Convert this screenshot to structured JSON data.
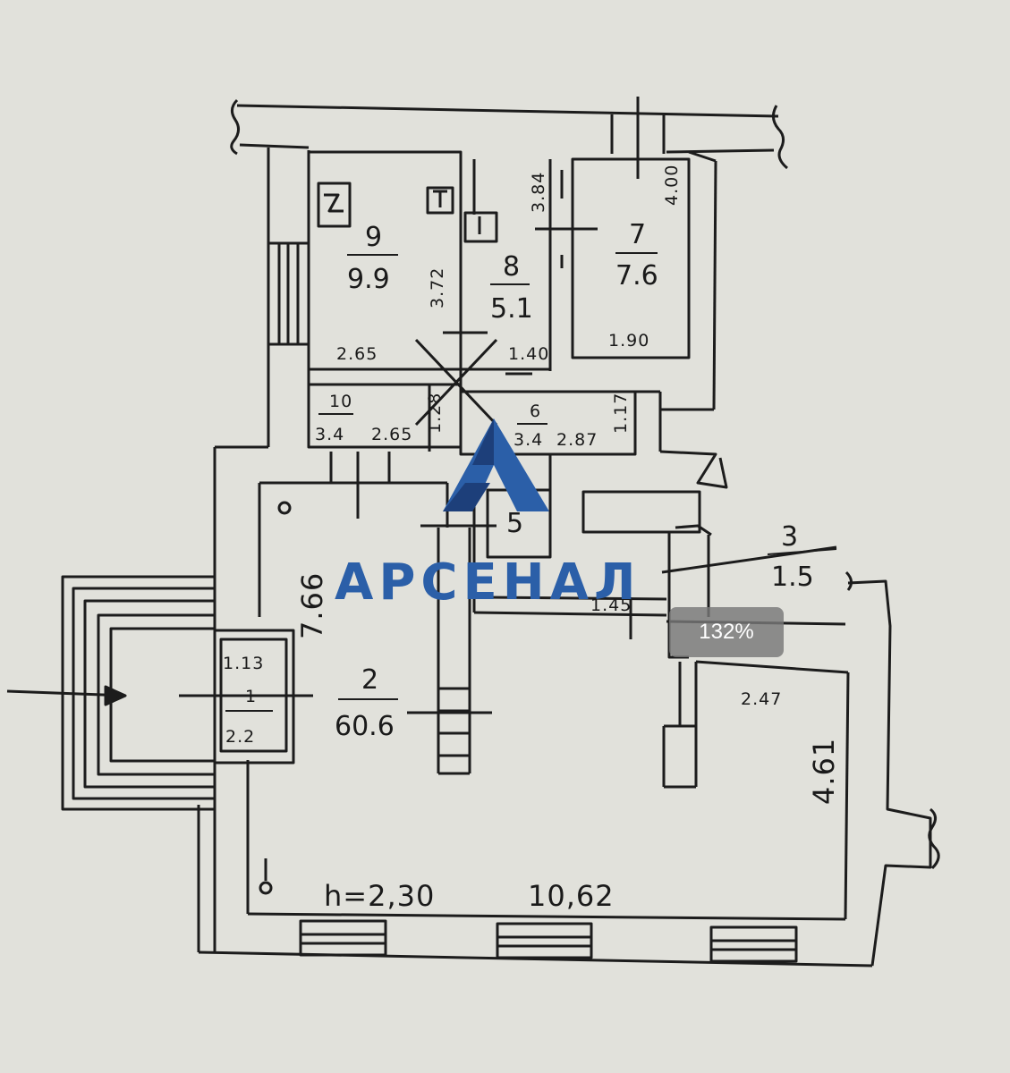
{
  "plan": {
    "rooms": [
      {
        "id": "room-9",
        "number": "9",
        "area": "9.9"
      },
      {
        "id": "room-8",
        "number": "8",
        "area": "5.1"
      },
      {
        "id": "room-7",
        "number": "7",
        "area": "7.6"
      },
      {
        "id": "room-10",
        "number": "10",
        "area": "3.4"
      },
      {
        "id": "room-6",
        "number": "6",
        "area": "3.4"
      },
      {
        "id": "room-5",
        "number": "5",
        "area": ""
      },
      {
        "id": "room-3",
        "number": "3",
        "area": "1.5"
      },
      {
        "id": "room-2",
        "number": "2",
        "area": "60.6"
      },
      {
        "id": "room-1",
        "number": "1",
        "area": "2.2"
      }
    ],
    "dimensions": {
      "d_372": "3.72",
      "d_384": "3.84",
      "d_400": "4.00",
      "d_265_top": "2.65",
      "d_140": "1.40",
      "d_190": "1.90",
      "d_265_low": "2.65",
      "d_128": "1.28",
      "d_287": "2.87",
      "d_117": "1.17",
      "d_766": "7.66",
      "d_113": "1.13",
      "d_145": "1.45",
      "d_247": "2.47",
      "d_461": "4.61",
      "height": "h=2,30",
      "d_1062": "10,62"
    }
  },
  "logo": {
    "text": "АРСЕНАЛ",
    "color": "#2b5fa8",
    "dark_color": "#1d3f7a"
  },
  "zoom": {
    "label": "132%"
  }
}
